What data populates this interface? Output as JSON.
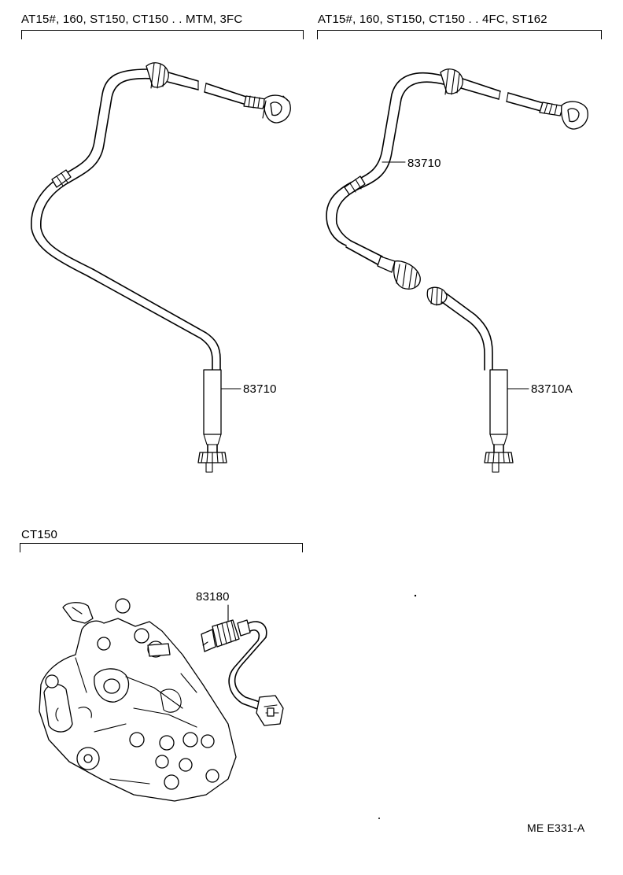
{
  "sections": {
    "top_left": {
      "title": "AT15#, 160, ST150, CT150 . . MTM, 3FC"
    },
    "top_right": {
      "title": "AT15#, 160, ST150, CT150 . . 4FC, ST162"
    },
    "bottom_left": {
      "title": "CT150"
    }
  },
  "parts": {
    "left_cable": "83710",
    "right_cable_upper": "83710",
    "right_cable_lower": "83710A",
    "sensor": "83180"
  },
  "figure_code": "ME E331-A",
  "icons": {
    "speedometer_cable_left": "speedometer-cable-drawing",
    "speedometer_cable_right": "two-piece-speedometer-cable-drawing",
    "injection_pump": "injection-pump-drawing",
    "speed_sensor": "speed-sensor-harness-drawing"
  }
}
